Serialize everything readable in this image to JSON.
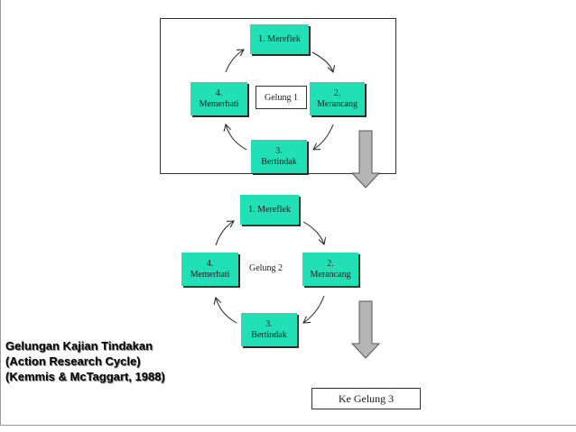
{
  "cycle1": {
    "nodes": {
      "top": "1. Mereflek",
      "right": "2.\nMerancang",
      "bottom": "3.\nBertindak",
      "left": "4.\nMemerhati"
    },
    "center": "Gelung 1"
  },
  "cycle2": {
    "nodes": {
      "top": "1. Mereflek",
      "right": "2.\nMerancang",
      "bottom": "3.\nBertindak",
      "left": "4.\nMemerhati"
    },
    "center": "Gelung 2"
  },
  "caption": {
    "line1": "Gelungan Kajian Tindakan",
    "line2": "(Action Research Cycle)",
    "line3": "(Kemmis & McTaggart, 1988)"
  },
  "next_cycle_label": "Ke Gelung 3",
  "colors": {
    "node_fill": "#22e0b6",
    "down_arrow_fill": "#b5b5b5"
  }
}
